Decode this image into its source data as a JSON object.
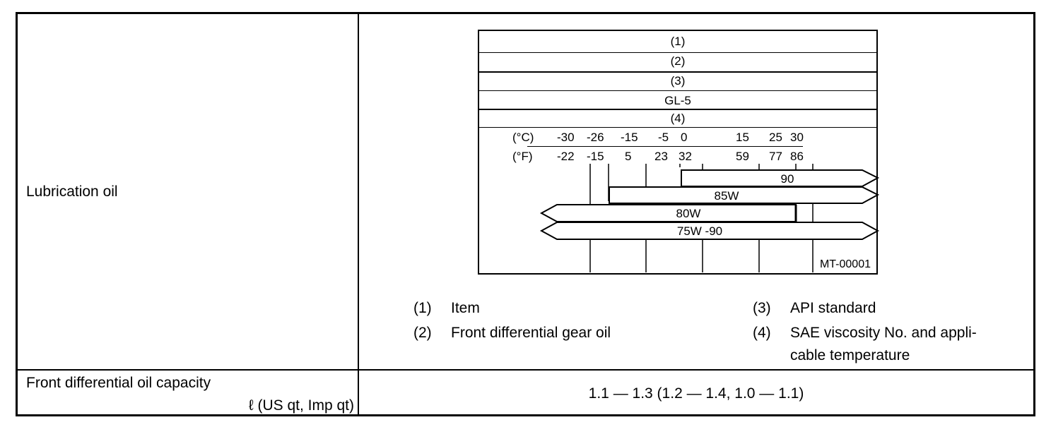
{
  "rows": {
    "lubrication_label": "Lubrication oil",
    "capacity_label_line1": "Front differential oil capacity",
    "capacity_label_line2": "ℓ (US qt, Imp qt)",
    "capacity_value": "1.1 — 1.3 (1.2 — 1.4, 1.0 — 1.1)"
  },
  "diagram": {
    "item_marker": "(1)",
    "gear_oil_marker": "(2)",
    "api_marker": "(3)",
    "api_value": "GL-5",
    "sae_marker": "(4)",
    "celsius_unit": "(°C)",
    "fahrenheit_unit": "(°F)",
    "celsius_ticks": [
      "-30",
      "-26",
      "-15",
      "-5",
      "0",
      "15",
      "25",
      "30"
    ],
    "fahrenheit_ticks": [
      "-22",
      "-15",
      "5",
      "23",
      "32",
      "59",
      "77",
      "86"
    ],
    "grade_90": "90",
    "grade_85w": "85W",
    "grade_80w": "80W",
    "grade_75w90": "75W -90",
    "figure_code": "MT-00001"
  },
  "legend": {
    "item1_num": "(1)",
    "item1_text": "Item",
    "item2_num": "(2)",
    "item2_text": "Front differential gear oil",
    "item3_num": "(3)",
    "item3_text": "API standard",
    "item4_num": "(4)",
    "item4_text_line1": "SAE viscosity No. and appli-",
    "item4_text_line2": "cable temperature"
  }
}
